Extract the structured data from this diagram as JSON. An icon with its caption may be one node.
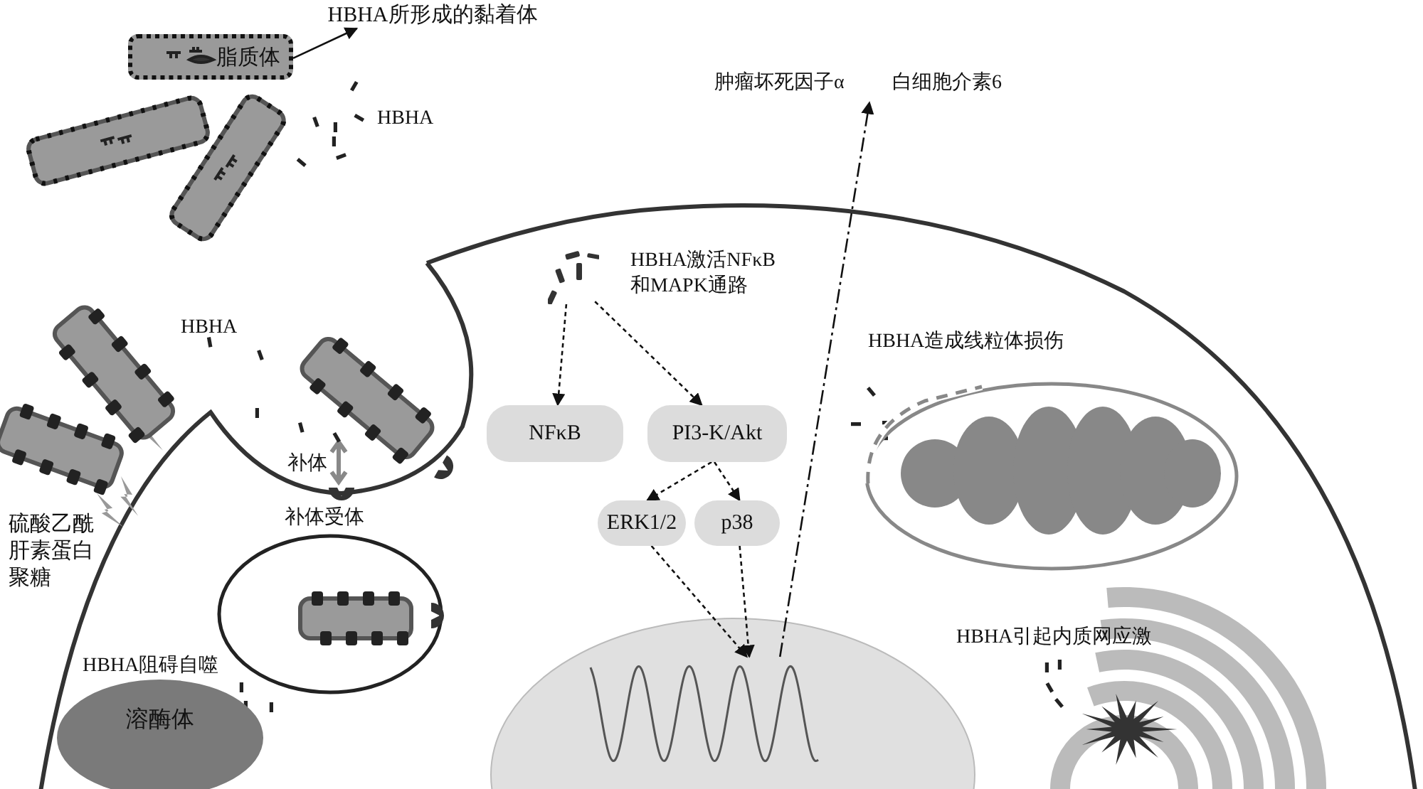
{
  "diagram": {
    "nodes": [
      {
        "text": [
          "HBHA所形成的黏着体"
        ]
      },
      {
        "text": [
          "脂质体"
        ]
      },
      {
        "text": [],
        "shape": "picture"
      },
      {
        "text": [
          "NFκB"
        ]
      },
      {
        "text": [
          "PI3-K/Akt"
        ]
      },
      {
        "text": [
          "ERK1/2"
        ]
      },
      {
        "text": [
          "p38"
        ]
      },
      {
        "text": [],
        "shape": "picture"
      },
      {
        "text": [
          "溶酶体"
        ]
      }
    ],
    "edges": [
      {
        "from": 1,
        "to": 0,
        "arrow": "to"
      },
      {
        "from": 2,
        "to": 3,
        "arrow": "to",
        "style": "dashed"
      },
      {
        "from": 2,
        "to": 4,
        "arrow": "to",
        "style": "dashed"
      },
      {
        "from": 4,
        "to": 5,
        "arrow": "to",
        "style": "dashed"
      },
      {
        "from": 4,
        "to": 6,
        "arrow": "to",
        "style": "dashed"
      },
      {
        "from": 5,
        "to": 7,
        "arrow": "to",
        "style": "dashed"
      },
      {
        "from": 6,
        "to": 7,
        "arrow": "to",
        "style": "dashed"
      },
      {
        "from": 7,
        "to": null,
        "arrow": "to",
        "style": "dashed"
      }
    ],
    "labels": [
      "肿瘤坏死因子α",
      "白细胞介素6",
      "HBHA",
      "HBHA激活NFκB和MAPK通路",
      "HBHA",
      "HBHA造成线粒体损伤",
      "补体",
      "补体受体",
      "硫酸乙酰肝素蛋白聚糖",
      "HBHA引起内质网应激",
      "HBHA阻碍自噬"
    ]
  }
}
